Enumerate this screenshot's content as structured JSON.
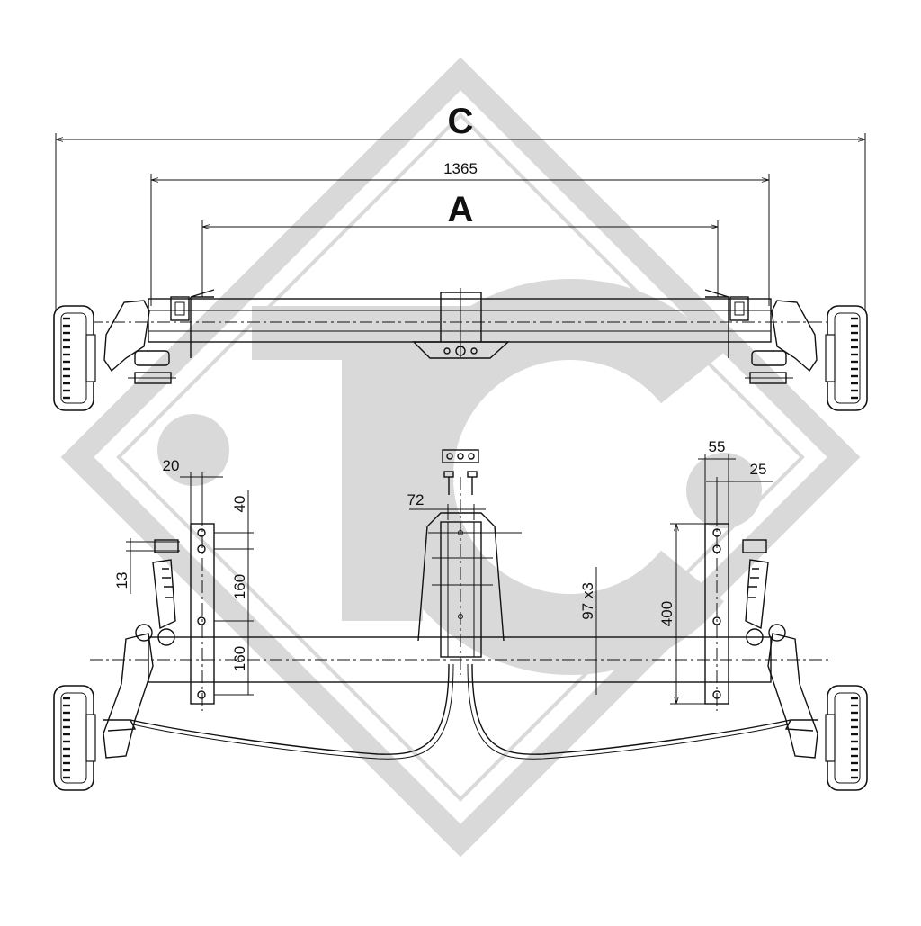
{
  "watermark": {
    "text": "TC",
    "color": "#d9d9d9"
  },
  "top_view": {
    "dimension_c": "C",
    "dimension_1365": "1365",
    "dimension_a": "A"
  },
  "bottom_view": {
    "dim_20": "20",
    "dim_40": "40",
    "dim_13": "13",
    "dim_160_upper": "160",
    "dim_160_lower": "160",
    "dim_72": "72",
    "dim_97x3": "97 x3",
    "dim_400": "400",
    "dim_55": "55",
    "dim_25": "25"
  },
  "colors": {
    "line": "#111111",
    "background": "#ffffff"
  }
}
